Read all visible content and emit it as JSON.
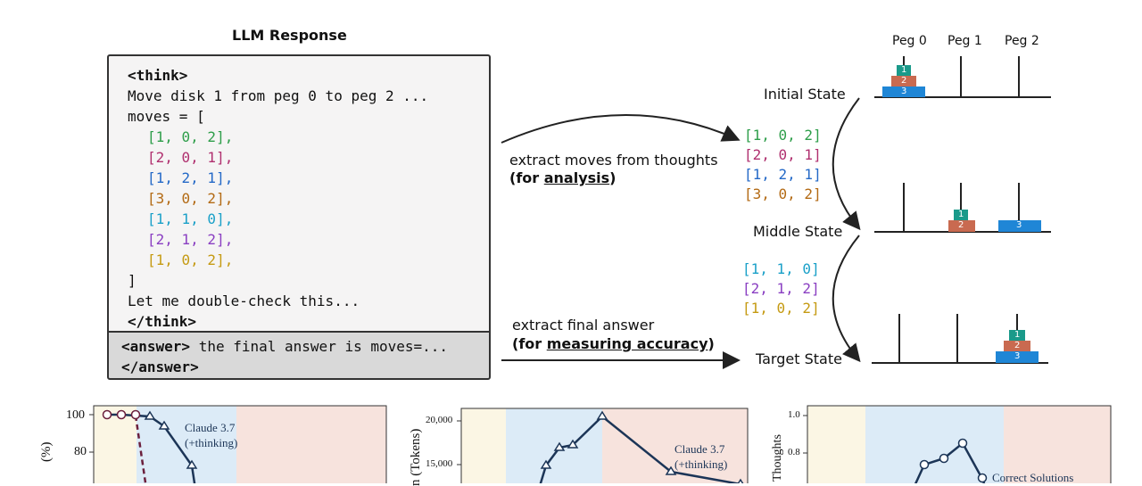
{
  "llm": {
    "title": "LLM Response",
    "think_open": "<think>",
    "line1": "Move disk 1 from peg 0 to peg 2 ...",
    "moves_open": "moves = [",
    "moves": [
      {
        "text": "[1, 0, 2],",
        "color": "#2e9e4a"
      },
      {
        "text": "[2, 0, 1],",
        "color": "#b0306f"
      },
      {
        "text": "[1, 2, 1],",
        "color": "#2469c7"
      },
      {
        "text": "[3, 0, 2],",
        "color": "#b36a14"
      },
      {
        "text": "[1, 1, 0],",
        "color": "#1aa0c8"
      },
      {
        "text": "[2, 1, 2],",
        "color": "#8a3fc2"
      },
      {
        "text": "[1, 0, 2],",
        "color": "#c59a12"
      }
    ],
    "moves_close": "]",
    "double_check": "Let me double-check this...",
    "think_close": "</think>",
    "answer_tag": "<answer>",
    "answer_text": " the final answer is moves=...",
    "answer_close": "</answer>"
  },
  "arrows": {
    "extract_moves": "extract moves  from thoughts",
    "for_analysis_pre": "(for ",
    "for_analysis_word": "analysis",
    "for_analysis_post": ")",
    "extract_final": "extract final answer",
    "for_accuracy_pre": "(for ",
    "for_accuracy_word": "measuring accuracy",
    "for_accuracy_post": ")"
  },
  "moves_group1": [
    {
      "text": "[1, 0, 2]",
      "color": "#2e9e4a"
    },
    {
      "text": "[2, 0, 1]",
      "color": "#b0306f"
    },
    {
      "text": "[1, 2, 1]",
      "color": "#2469c7"
    },
    {
      "text": "[3, 0, 2]",
      "color": "#b36a14"
    }
  ],
  "moves_group2": [
    {
      "text": "[1, 1, 0]",
      "color": "#1aa0c8"
    },
    {
      "text": "[2, 1, 2]",
      "color": "#8a3fc2"
    },
    {
      "text": "[1, 0, 2]",
      "color": "#c59a12"
    }
  ],
  "states": {
    "initial": "Initial State",
    "middle": "Middle State",
    "target": "Target State"
  },
  "pegs": [
    "Peg 0",
    "Peg 1",
    "Peg 2"
  ],
  "disks": {
    "d1": {
      "label": "1",
      "color": "#1a9a8a"
    },
    "d2": {
      "label": "2",
      "color": "#c96a50"
    },
    "d3": {
      "label": "3",
      "color": "#1f86d6"
    }
  },
  "charts": {
    "c1": {
      "yticks": [
        "100",
        "80"
      ],
      "ylabel": "(%)",
      "annotation1": "Claude 3.7",
      "annotation2": "(+thinking)"
    },
    "c2": {
      "yticks": [
        "20,000",
        "15,000"
      ],
      "ylabel": "n (Tokens)",
      "annotation1": "Claude 3.7",
      "annotation2": "(+thinking)"
    },
    "c3": {
      "yticks": [
        "1.0",
        "0.8"
      ],
      "ylabel": "Thoughts",
      "annotation": "Correct Solutions"
    },
    "colors": {
      "yellow": "#fbf6e4",
      "blue": "#dcebf7",
      "pink": "#f7e3dd",
      "line": "#1c3557",
      "dashed": "#6b1f3c"
    }
  }
}
